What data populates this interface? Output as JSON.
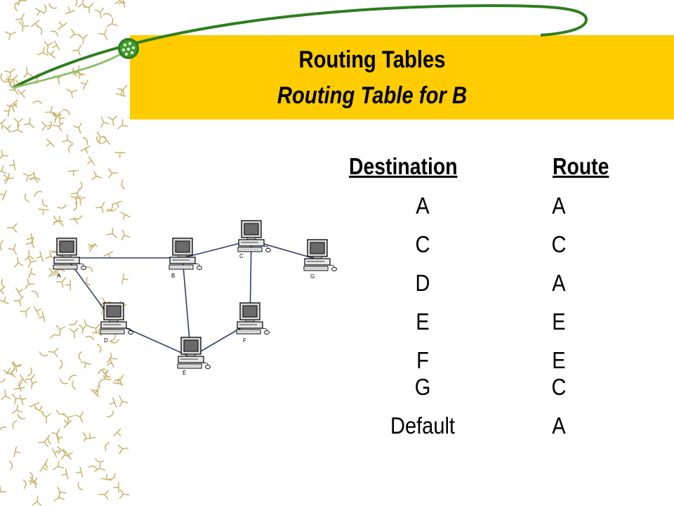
{
  "title": "Routing Tables",
  "subtitle": "Routing Table for B",
  "table": {
    "headers": {
      "destination": "Destination",
      "route": "Route"
    },
    "rows": [
      {
        "destination": "A",
        "route": "A"
      },
      {
        "destination": "C",
        "route": "C"
      },
      {
        "destination": "D",
        "route": "A"
      },
      {
        "destination": "E",
        "route": "E"
      },
      {
        "destination": "F",
        "route": "E"
      },
      {
        "destination": "G",
        "route": "C"
      },
      {
        "destination": "Default",
        "route": "A"
      }
    ]
  },
  "network": {
    "nodes": [
      "A",
      "B",
      "C",
      "D",
      "E",
      "F",
      "G"
    ],
    "links": [
      [
        "A",
        "B"
      ],
      [
        "B",
        "C"
      ],
      [
        "C",
        "G"
      ],
      [
        "A",
        "D"
      ],
      [
        "D",
        "E"
      ],
      [
        "B",
        "E"
      ],
      [
        "E",
        "F"
      ],
      [
        "C",
        "F"
      ]
    ]
  },
  "colors": {
    "accent_band": "#ffcc00",
    "swoosh": "#2e7d1e",
    "pattern": "#c9b26a"
  }
}
